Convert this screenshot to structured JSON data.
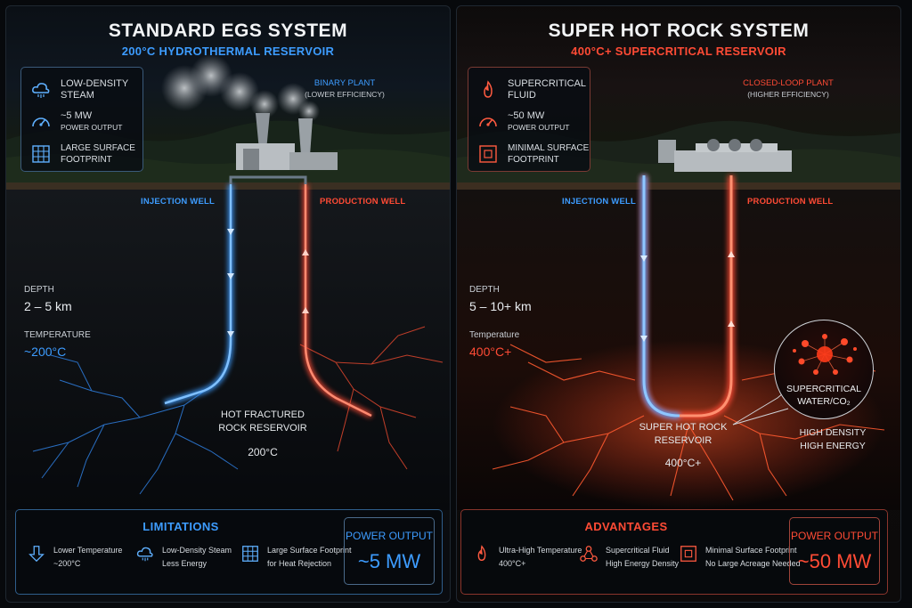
{
  "left": {
    "title": "STANDARD EGS SYSTEM",
    "subtitle": "200°C HYDROTHERMAL RESERVOIR",
    "info": [
      {
        "line1": "LOW-DENSITY",
        "line2": "STEAM",
        "icon": "cloud-icon"
      },
      {
        "line1": "~5 MW",
        "line2": "POWER OUTPUT",
        "icon": "gauge-icon"
      },
      {
        "line1": "LARGE SURFACE",
        "line2": "FOOTPRINT",
        "icon": "grid-icon"
      }
    ],
    "plant_label": "BINARY PLANT",
    "plant_sub": "(LOWER EFFICIENCY)",
    "injection_label": "INJECTION WELL",
    "production_label": "PRODUCTION WELL",
    "depth_label": "DEPTH",
    "depth_value": "2 – 5 km",
    "temp_label": "TEMPERATURE",
    "temp_value": "~200°C",
    "reservoir_line1": "HOT FRACTURED",
    "reservoir_line2": "ROCK RESERVOIR",
    "reservoir_temp": "200°C",
    "bottom_title": "LIMITATIONS",
    "bottom_items": [
      {
        "line1": "Lower Temperature",
        "line2": "~200°C",
        "icon": "arrow-down-icon"
      },
      {
        "line1": "Low-Density Steam",
        "line2": "Less Energy",
        "icon": "cloud-icon"
      },
      {
        "line1": "Large Surface Footprint",
        "line2": "for Heat Rejection",
        "icon": "grid-icon"
      }
    ],
    "power_label": "POWER OUTPUT",
    "power_value": "~5 MW",
    "accent": "#3d9cff"
  },
  "right": {
    "title": "SUPER HOT ROCK SYSTEM",
    "subtitle": "400°C+ SUPERCRITICAL RESERVOIR",
    "info": [
      {
        "line1": "SUPERCRITICAL",
        "line2": "FLUID",
        "icon": "flame-icon"
      },
      {
        "line1": "~50 MW",
        "line2": "POWER OUTPUT",
        "icon": "gauge-icon"
      },
      {
        "line1": "MINIMAL SURFACE",
        "line2": "FOOTPRINT",
        "icon": "square-icon"
      }
    ],
    "plant_label": "CLOSED-LOOP PLANT",
    "plant_sub": "(HIGHER EFFICIENCY)",
    "injection_label": "INJECTION WELL",
    "production_label": "PRODUCTION WELL",
    "depth_label": "DEPTH",
    "depth_value": "5 – 10+ km",
    "temp_label": "Temperature",
    "temp_value": "400°C+",
    "reservoir_line1": "SUPER HOT ROCK",
    "reservoir_line2": "RESERVOIR",
    "reservoir_temp": "400°C+",
    "callout_line1": "SUPERCRITICAL",
    "callout_line2": "WATER/CO₂",
    "callout2_line1": "HIGH DENSITY",
    "callout2_line2": "HIGH ENERGY",
    "bottom_title": "ADVANTAGES",
    "bottom_items": [
      {
        "line1": "Ultra-High Temperature",
        "line2": "400°C+",
        "icon": "flame-icon"
      },
      {
        "line1": "Supercritical Fluid",
        "line2": "High Energy Density",
        "icon": "molecule-icon"
      },
      {
        "line1": "Minimal Surface Footprint",
        "line2": "No Large Acreage Needed",
        "icon": "square-icon"
      }
    ],
    "power_label": "POWER OUTPUT",
    "power_value": "~50 MW",
    "accent": "#ff4b35"
  }
}
